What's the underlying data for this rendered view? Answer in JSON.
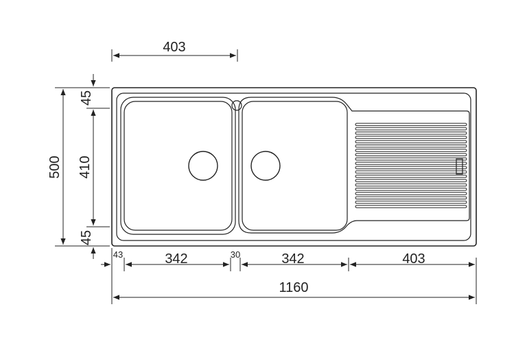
{
  "dimensions": {
    "top_drainer_width": "403",
    "overall_depth": "500",
    "bowl_depth": "410",
    "top_margin": "45",
    "bottom_margin": "45",
    "left_margin": "43",
    "bowl1_width": "342",
    "bowl_gap": "30",
    "bowl2_width": "342",
    "drainer_width": "403",
    "overall_width": "1160"
  },
  "colors": {
    "line": "#222222",
    "background": "#ffffff"
  }
}
